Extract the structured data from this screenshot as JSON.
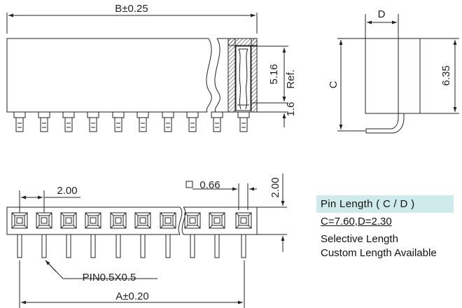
{
  "dimensions": {
    "b_length": "B±0.25",
    "d_label": "D",
    "c_label": "C",
    "height_635": "6.35",
    "height_516": "5.16",
    "ref": "Ref.",
    "height_16": "1.6",
    "pitch": "2.00",
    "pin_square": "0.66",
    "row_height": "2.00",
    "pin_size": "PIN0.5X0.5",
    "a_length": "A±0.20"
  },
  "info": {
    "title": "Pin  Length ( C / D )",
    "spec": "C=7.60,D=2.30",
    "option1": "Selective Length",
    "option2": "Custom Length Available"
  }
}
